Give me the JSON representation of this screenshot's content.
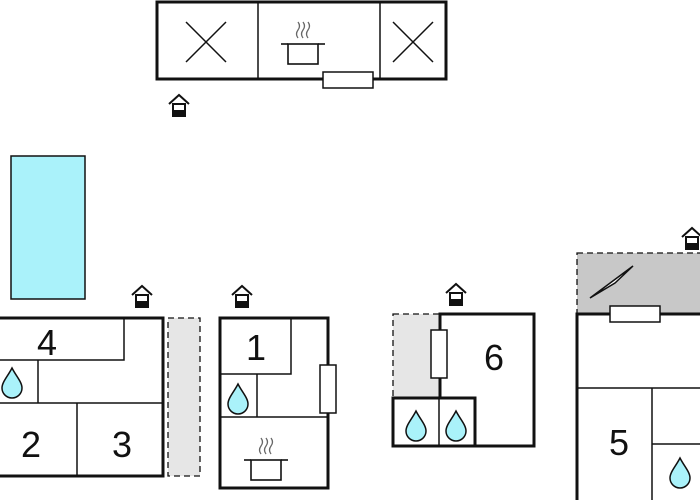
{
  "rooms": {
    "room_1": "1",
    "room_2": "2",
    "room_3": "3",
    "room_4": "4",
    "room_5": "5",
    "room_6": "6"
  },
  "colors": {
    "wall": "#111111",
    "pool": "#aaf2fa",
    "terrace": "#e6e6e6",
    "covered_terrace": "#c8c8c8",
    "water_drop": "#aaf2fa"
  },
  "icons": {
    "bathroom": "water-drop-icon",
    "kitchen": "cooking-pot-icon",
    "entrance": "entrance-house-icon",
    "window": "window-rect-icon",
    "bed_space": "cross-mark-icon",
    "roof_terrace": "triangle-icon"
  }
}
